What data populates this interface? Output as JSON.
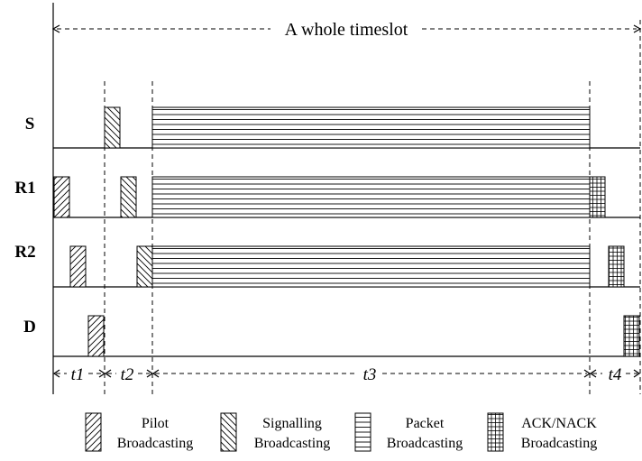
{
  "title": "A whole timeslot",
  "rows": [
    {
      "label": "S"
    },
    {
      "label": "R1"
    },
    {
      "label": "R2"
    },
    {
      "label": "D"
    }
  ],
  "periods": [
    {
      "label": "t1"
    },
    {
      "label": "t2"
    },
    {
      "label": "t3"
    },
    {
      "label": "t4"
    }
  ],
  "legend": [
    {
      "pattern": "pilot",
      "line1": "Pilot",
      "line2": "Broadcasting"
    },
    {
      "pattern": "signalling",
      "line1": "Signalling",
      "line2": "Broadcasting"
    },
    {
      "pattern": "packet",
      "line1": "Packet",
      "line2": "Broadcasting"
    },
    {
      "pattern": "ack",
      "line1": "ACK/NACK",
      "line2": "Broadcasting"
    }
  ]
}
